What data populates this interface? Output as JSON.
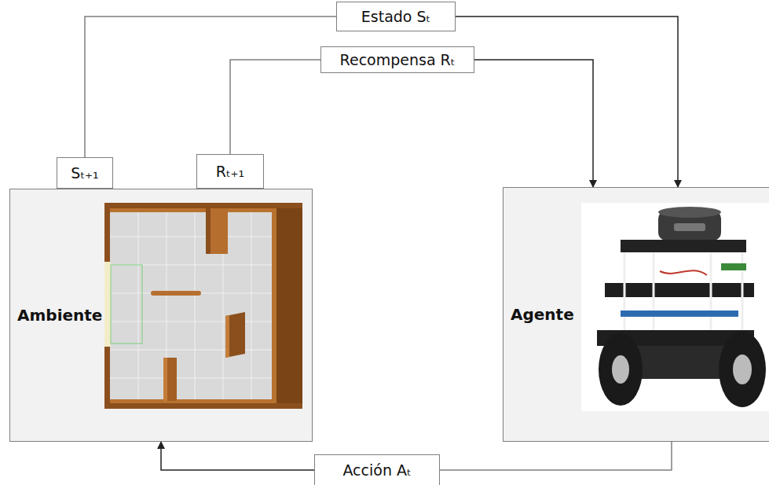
{
  "diagram": {
    "nodes": [
      {
        "text": [
          "Estado Sₜ"
        ]
      },
      {
        "text": [
          "Recompensa Rₜ"
        ]
      },
      {
        "text": [
          "Sₜ₊₁"
        ]
      },
      {
        "text": [
          "Rₜ₊₁"
        ]
      },
      {
        "text": [
          "Ambiente"
        ]
      },
      {
        "text": [
          "Agente"
        ]
      },
      {
        "text": [
          "Acción Aₜ"
        ]
      }
    ],
    "edges": [
      {
        "from": 4,
        "to": 2,
        "arrow": "none"
      },
      {
        "from": 2,
        "to": 0,
        "arrow": "none"
      },
      {
        "from": 0,
        "to": 5,
        "arrow": "to"
      },
      {
        "from": 4,
        "to": 3,
        "arrow": "none"
      },
      {
        "from": 3,
        "to": 1,
        "arrow": "none"
      },
      {
        "from": 1,
        "to": 5,
        "arrow": "to"
      },
      {
        "from": 5,
        "to": 6,
        "arrow": "none"
      },
      {
        "from": 6,
        "to": 4,
        "arrow": "to"
      }
    ]
  }
}
